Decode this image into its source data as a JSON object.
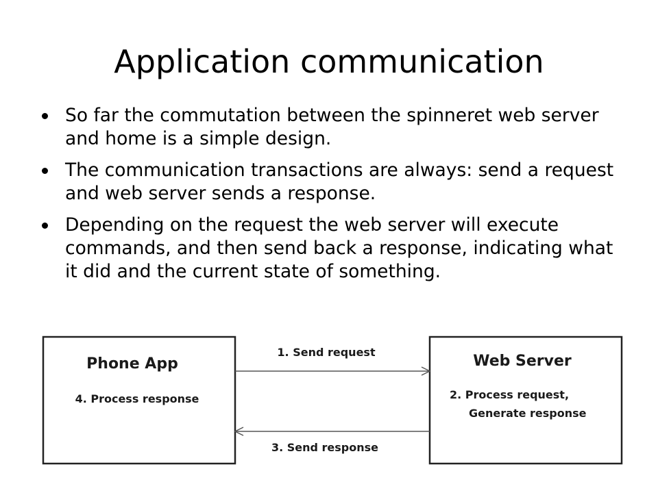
{
  "slide": {
    "title": "Application communication",
    "bullets": [
      "So far the commutation between the spinneret web server and home is a simple design.",
      "The communication transactions are always: send a request and web server sends a response.",
      "Depending on the request the web server will execute commands, and then send back a response, indicating what it did and the current state of something."
    ]
  },
  "diagram": {
    "phone_box": {
      "title": "Phone App",
      "step": "4. Process response"
    },
    "server_box": {
      "title": "Web Server",
      "step_line1": "2. Process request,",
      "step_line2": "Generate response"
    },
    "request_arrow": {
      "label": "1. Send request",
      "direction": "right"
    },
    "response_arrow": {
      "label": "3. Send response",
      "direction": "left"
    },
    "colors": {
      "box_border": "#222222",
      "arrow": "#555555",
      "text": "#1a1a1a"
    }
  }
}
